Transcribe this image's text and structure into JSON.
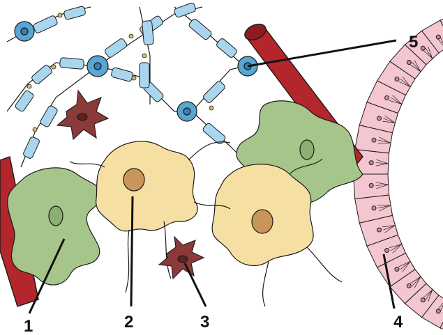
{
  "diagram": {
    "labels": [
      {
        "id": "1",
        "text": "1"
      },
      {
        "id": "2",
        "text": "2"
      },
      {
        "id": "3",
        "text": "3"
      },
      {
        "id": "4",
        "text": "4"
      },
      {
        "id": "5",
        "text": "5"
      }
    ]
  },
  "colors": {
    "oligodendrocyte": "#5aa6d2",
    "myelin": "#a9d6ee",
    "axon_node": "#d8b86a",
    "astrocyte": "#a6c58a",
    "neuron": "#f6dfa2",
    "neuron_nucleus": "#c9955a",
    "microglia": "#8b3a3a",
    "blood_vessel": "#b3262b",
    "ependymal": "#f4c6cf",
    "outline": "#1a1a1a"
  }
}
